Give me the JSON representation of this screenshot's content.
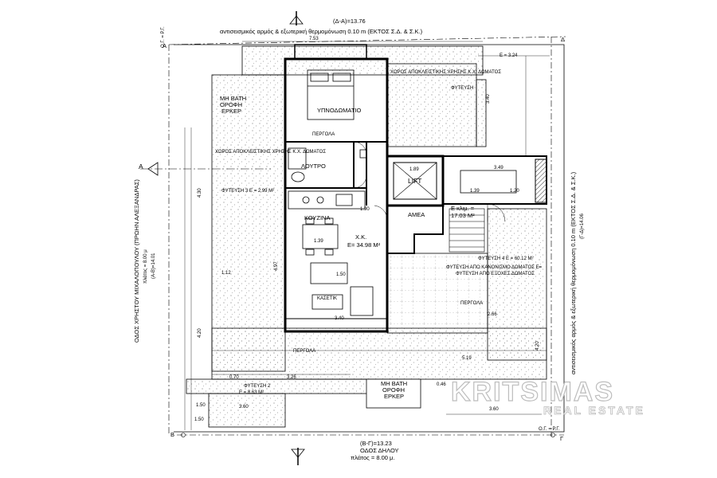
{
  "header": {
    "dim_top": "(Δ-Α)=13.76",
    "insulation_top": "αντισεισμικός αρμός & εξωτερική θερμομόνωση 0.10 m (ΕΚΤΟΣ Σ.Δ. & Σ.Κ.)",
    "og_left": "Ο.Γ. = Ρ.Γ.",
    "point_a": "Α",
    "point_d": "Δ",
    "e_dim": "Ε = 3.24"
  },
  "left_side": {
    "street": "ΟΔΟΣ ΧΡΗΣΤΟΥ ΜΙΧΑΛΟΠΟΥΛΟΥ (ΠΡΩΗΝ ΑΛΕΞΑΝΔΡΑΣ)",
    "width": "πλάτος = 8.00 μ",
    "segment": "(Α-Β)=14.01",
    "section_a": "A",
    "bath_erker": [
      "ΜΗ ΒΑΤΗ",
      "ΟΡΟΦΗ",
      "ΕΡΚΕΡ"
    ],
    "planting": "ΧΩΡΟΣ ΑΠΟΚΛΕΙΣΤΙΚΗΣ ΧΡΗΣΗΣ Κ.Χ. ΔΩΜΑΤΟΣ",
    "planting_area": "ΦΥΤΕΥΣΗ 3 Ε = 2.99 Μ²"
  },
  "rooms": {
    "bedroom": "ΥΠΝΟΔΩΜΑΤΙΟ",
    "pergola_top": "ΠΕΡΓΟΛΑ",
    "bathroom": "ΛΟΥΤΡΟ",
    "kitchen": "ΚΟΥΖΙΝΑ",
    "living_code": "Χ.Κ.",
    "living_area": "Ε= 34.98 Μ²",
    "lift": "LIFT",
    "amea": "ΑΜΕΑ",
    "stair_label": "Ε κλιμ. =",
    "stair_area": "17.03 Μ²",
    "kasetiki": "ΚΑΣΕΤΙΚ",
    "pergola_bottom": "ΠΕΡΓΟΛΑ",
    "pergola_right": "ΠΕΡΓΟΛΑ"
  },
  "right_side": {
    "insulation": "αντισεισμικός αρμός & εξωτερική θερμομόνωση 0.10 m (ΕΚΤΟΣ Σ.Δ. & Σ.Κ.)",
    "segment": "(Γ-Δ)=14.06",
    "planting_note": "ΦΥΤΕΥΣΗ 4 Ε = 60.12 Μ²",
    "note1": "ΦΥΤΕΥΣΗ ΑΠΟ ΚΑΝΟΝΙΣΜΟ ΔΩΜΑΤΟΣ Ε=",
    "note2": "ΦΥΤΕΥΣΗ ΑΠΟ ΕΞΟΧΕΣ ΔΩΜΑΤΟΣ"
  },
  "top_zone": {
    "planting_a": "ΧΩΡΟΣ ΑΠΟΚΛΕΙΣΤΙΚΗΣ ΧΡΗΣΗΣ Κ.Χ. ΔΩΜΑΤΟΣ",
    "planting_b": "ΦΥΤΕΥΣΗ"
  },
  "bottom": {
    "planting": "ΦΥΤΕΥΣΗ 2",
    "planting_area": "Ε = 8.63 Μ²",
    "bath_erker": [
      "ΜΗ ΒΑΤΗ",
      "ΟΡΟΦΗ",
      "ΕΡΚΕΡ"
    ],
    "segment": "(Β-Γ)=13.23",
    "street": "ΟΔΟΣ ΔΗΛΟΥ",
    "width": "πλάτος = 8.00 μ.",
    "og_right": "Ο.Γ. = Ρ.Γ.",
    "point_b": "Β",
    "point_g": "Γ"
  },
  "dims": {
    "d_753": "7.53",
    "d_340a": "3.40",
    "d_340b": "3.40",
    "d_190": "1.90",
    "d_139": "1.39",
    "d_150": "1.50",
    "d_189": "1.89",
    "d_349": "3.49",
    "d_139b": "1.39",
    "d_120": "1.20",
    "d_430": "4.30",
    "d_497": "4.97",
    "d_420": "4.20",
    "d_420b": "4.20",
    "d_519": "5.19",
    "d_360": "3.60",
    "d_326": "3.26",
    "d_070": "0.70",
    "d_150b": "1.50",
    "d_360b": "3.60",
    "d_150c": "1.50",
    "d_046": "0.46",
    "d_266": "2.66",
    "d_112": "1.12"
  },
  "brand": {
    "name": "KRITSIMAS",
    "tagline": "REAL ESTATE"
  }
}
